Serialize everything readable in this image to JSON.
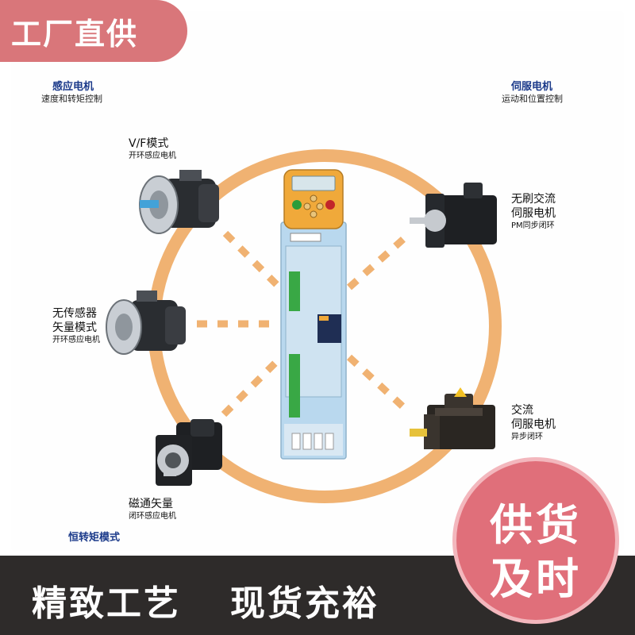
{
  "banner": {
    "text": "工厂直供"
  },
  "induction": {
    "title": "感应电机",
    "subtitle": "速度和转矩控制"
  },
  "servo": {
    "title": "伺服电机",
    "subtitle": "运动和位置控制"
  },
  "constant_torque": {
    "title": "恒转矩模式"
  },
  "motors": {
    "vf": {
      "line1": "V/F模式",
      "line2": "开环感应电机"
    },
    "sensorless": {
      "line1": "无传感器",
      "line2": "矢量模式",
      "line3": "开环感应电机"
    },
    "flux": {
      "line1": "磁通矢量",
      "line2": "闭环感应电机"
    },
    "brushless": {
      "line1": "无刷交流",
      "line2": "伺服电机",
      "line3": "PM同步闭环"
    },
    "ac_servo": {
      "line1": "交流",
      "line2": "伺服电机",
      "line3": "异步闭环"
    }
  },
  "bottom": {
    "left": "精致工艺",
    "right": "现货充裕"
  },
  "stamp": {
    "line1": "供货",
    "line2": "及时"
  },
  "colors": {
    "ring": "#f0b272",
    "banner": "#d9767a",
    "stamp": "#e06f7a",
    "title_blue": "#1b3a8a",
    "bottom_bar": "#2e2b2a",
    "drive_face": "#f0a93a",
    "drive_body": "#b9d8ee"
  }
}
